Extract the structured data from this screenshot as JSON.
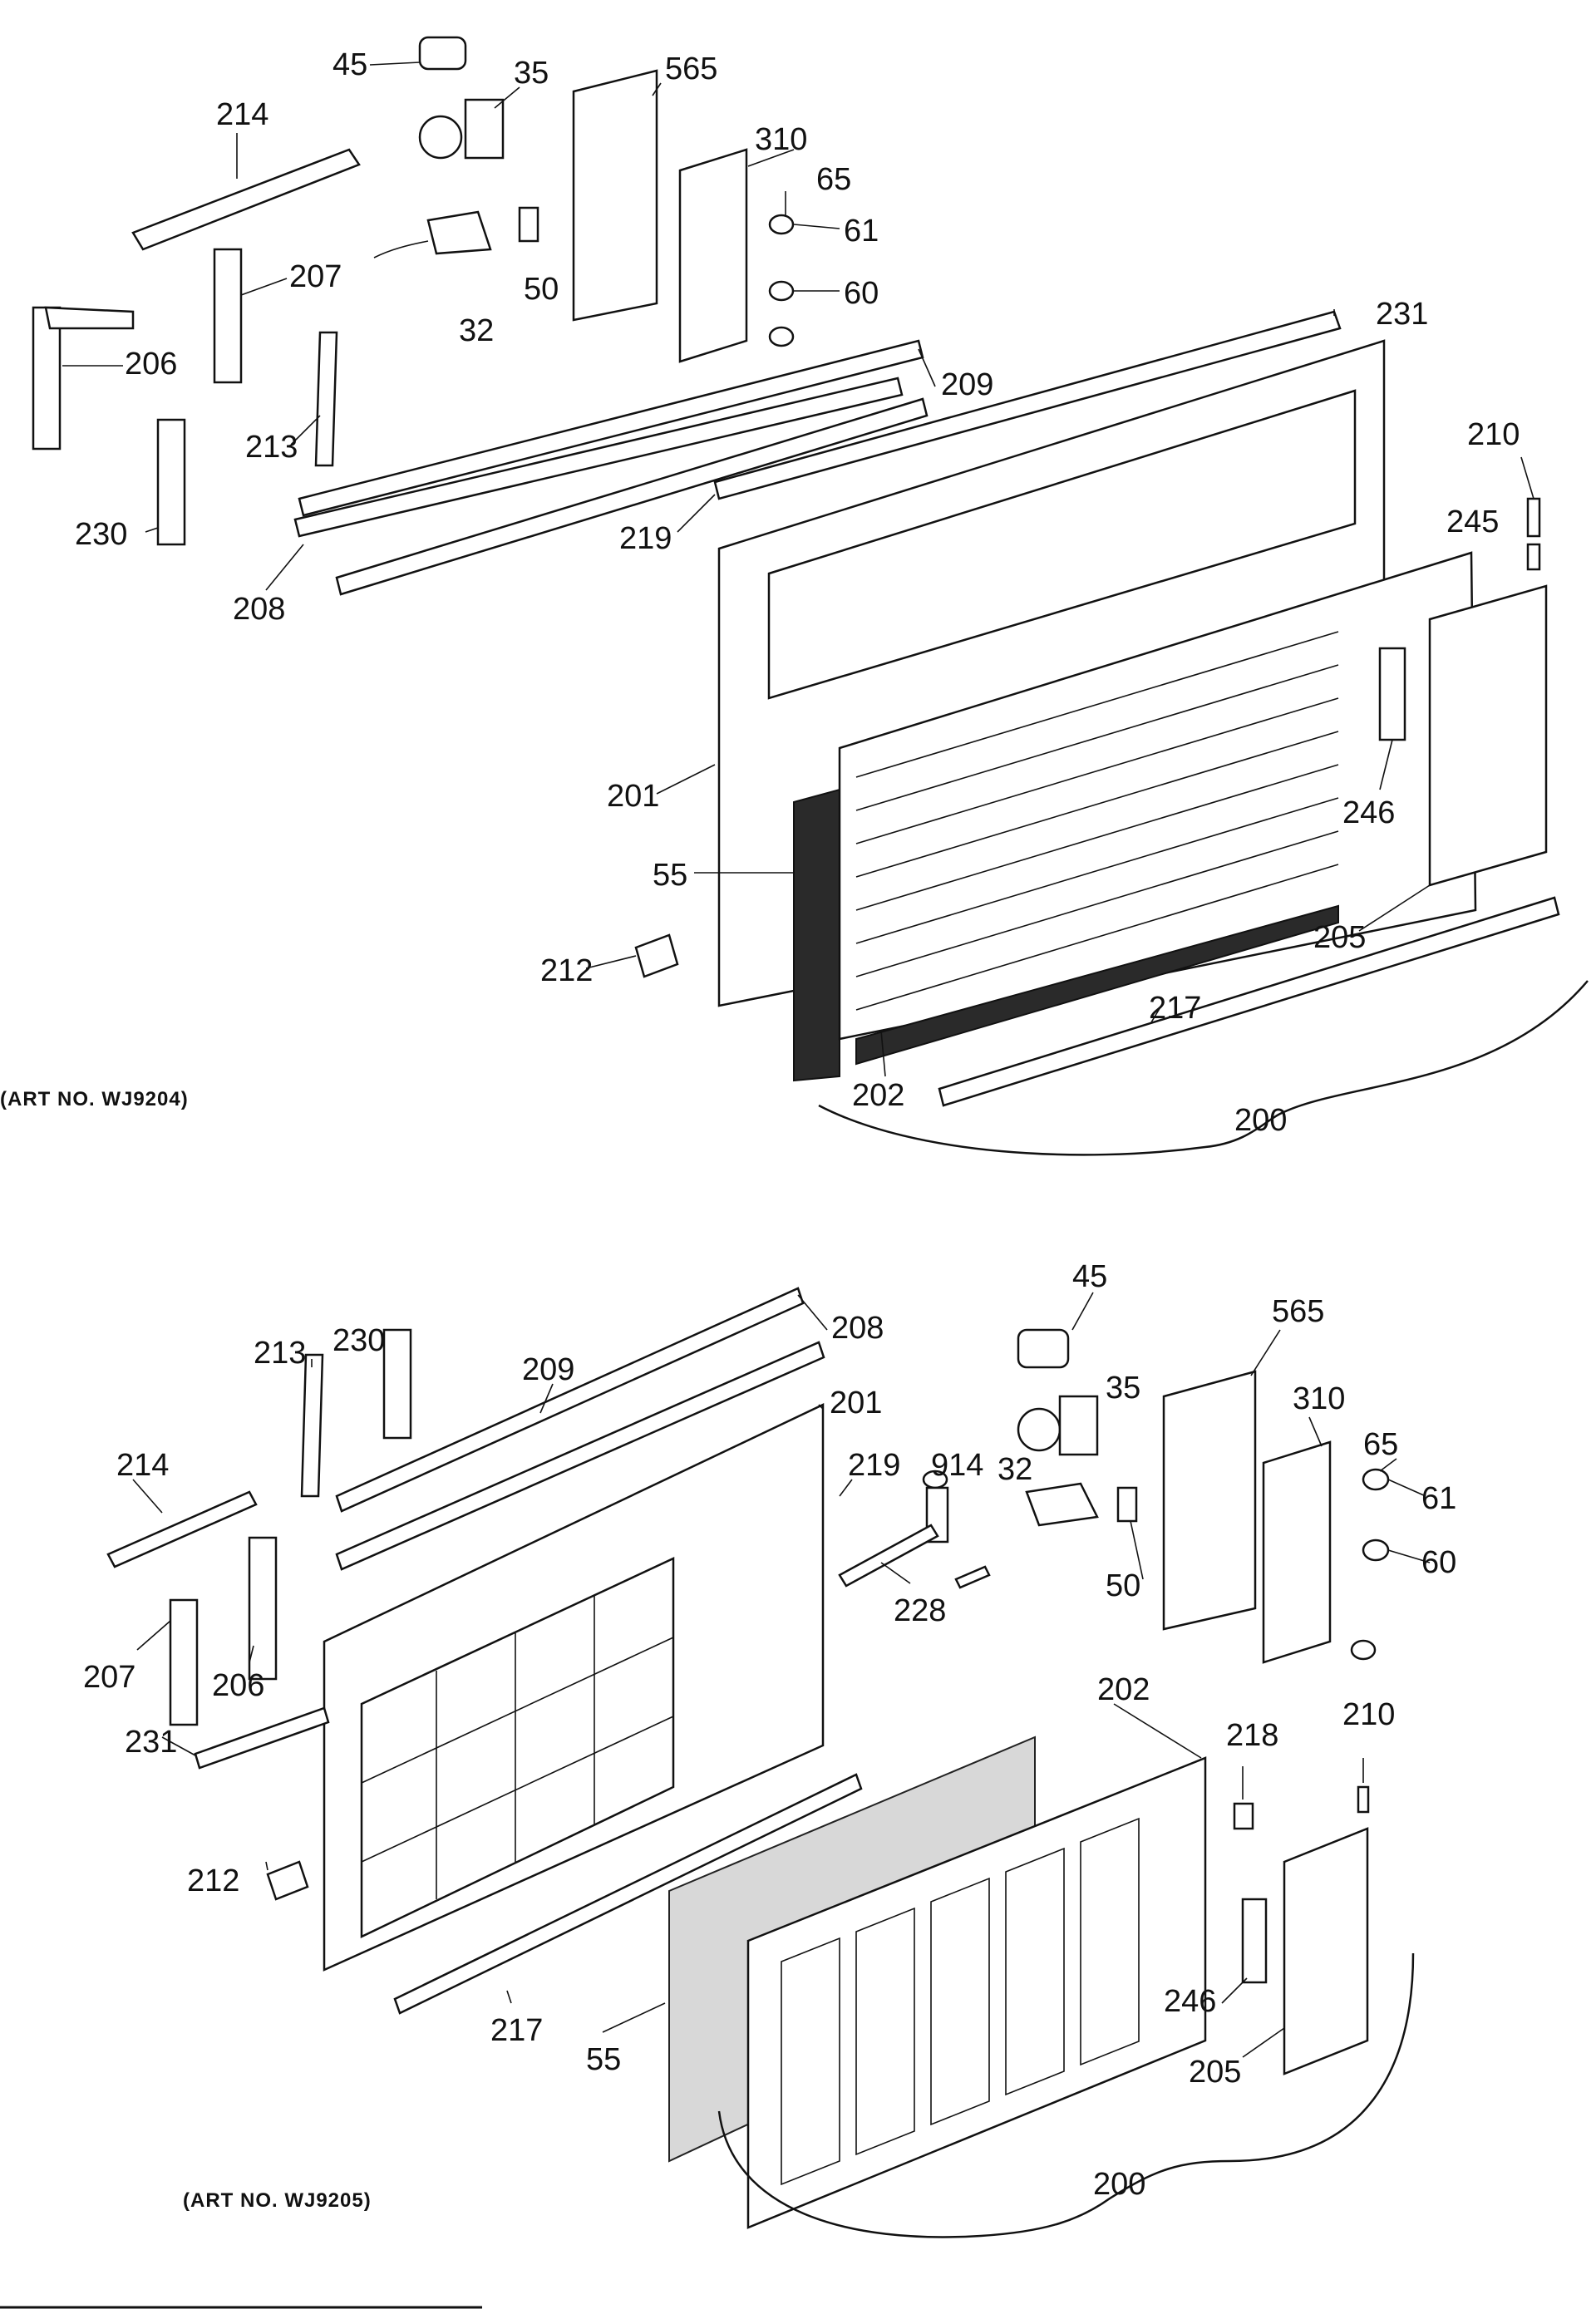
{
  "diagrams": [
    {
      "art_no": "(ART NO. WJ9204)",
      "callouts": [
        "45",
        "35",
        "565",
        "310",
        "214",
        "207",
        "206",
        "65",
        "61",
        "32",
        "50",
        "60",
        "231",
        "213",
        "209",
        "230",
        "208",
        "219",
        "210",
        "245",
        "201",
        "246",
        "55",
        "212",
        "205",
        "217",
        "202",
        "200"
      ]
    },
    {
      "art_no": "(ART NO. WJ9205)",
      "callouts": [
        "45",
        "35",
        "565",
        "310",
        "213",
        "230",
        "209",
        "208",
        "201",
        "219",
        "914",
        "32",
        "65",
        "61",
        "214",
        "207",
        "206",
        "228",
        "50",
        "60",
        "231",
        "202",
        "218",
        "210",
        "212",
        "246",
        "217",
        "55",
        "205",
        "200"
      ]
    }
  ]
}
